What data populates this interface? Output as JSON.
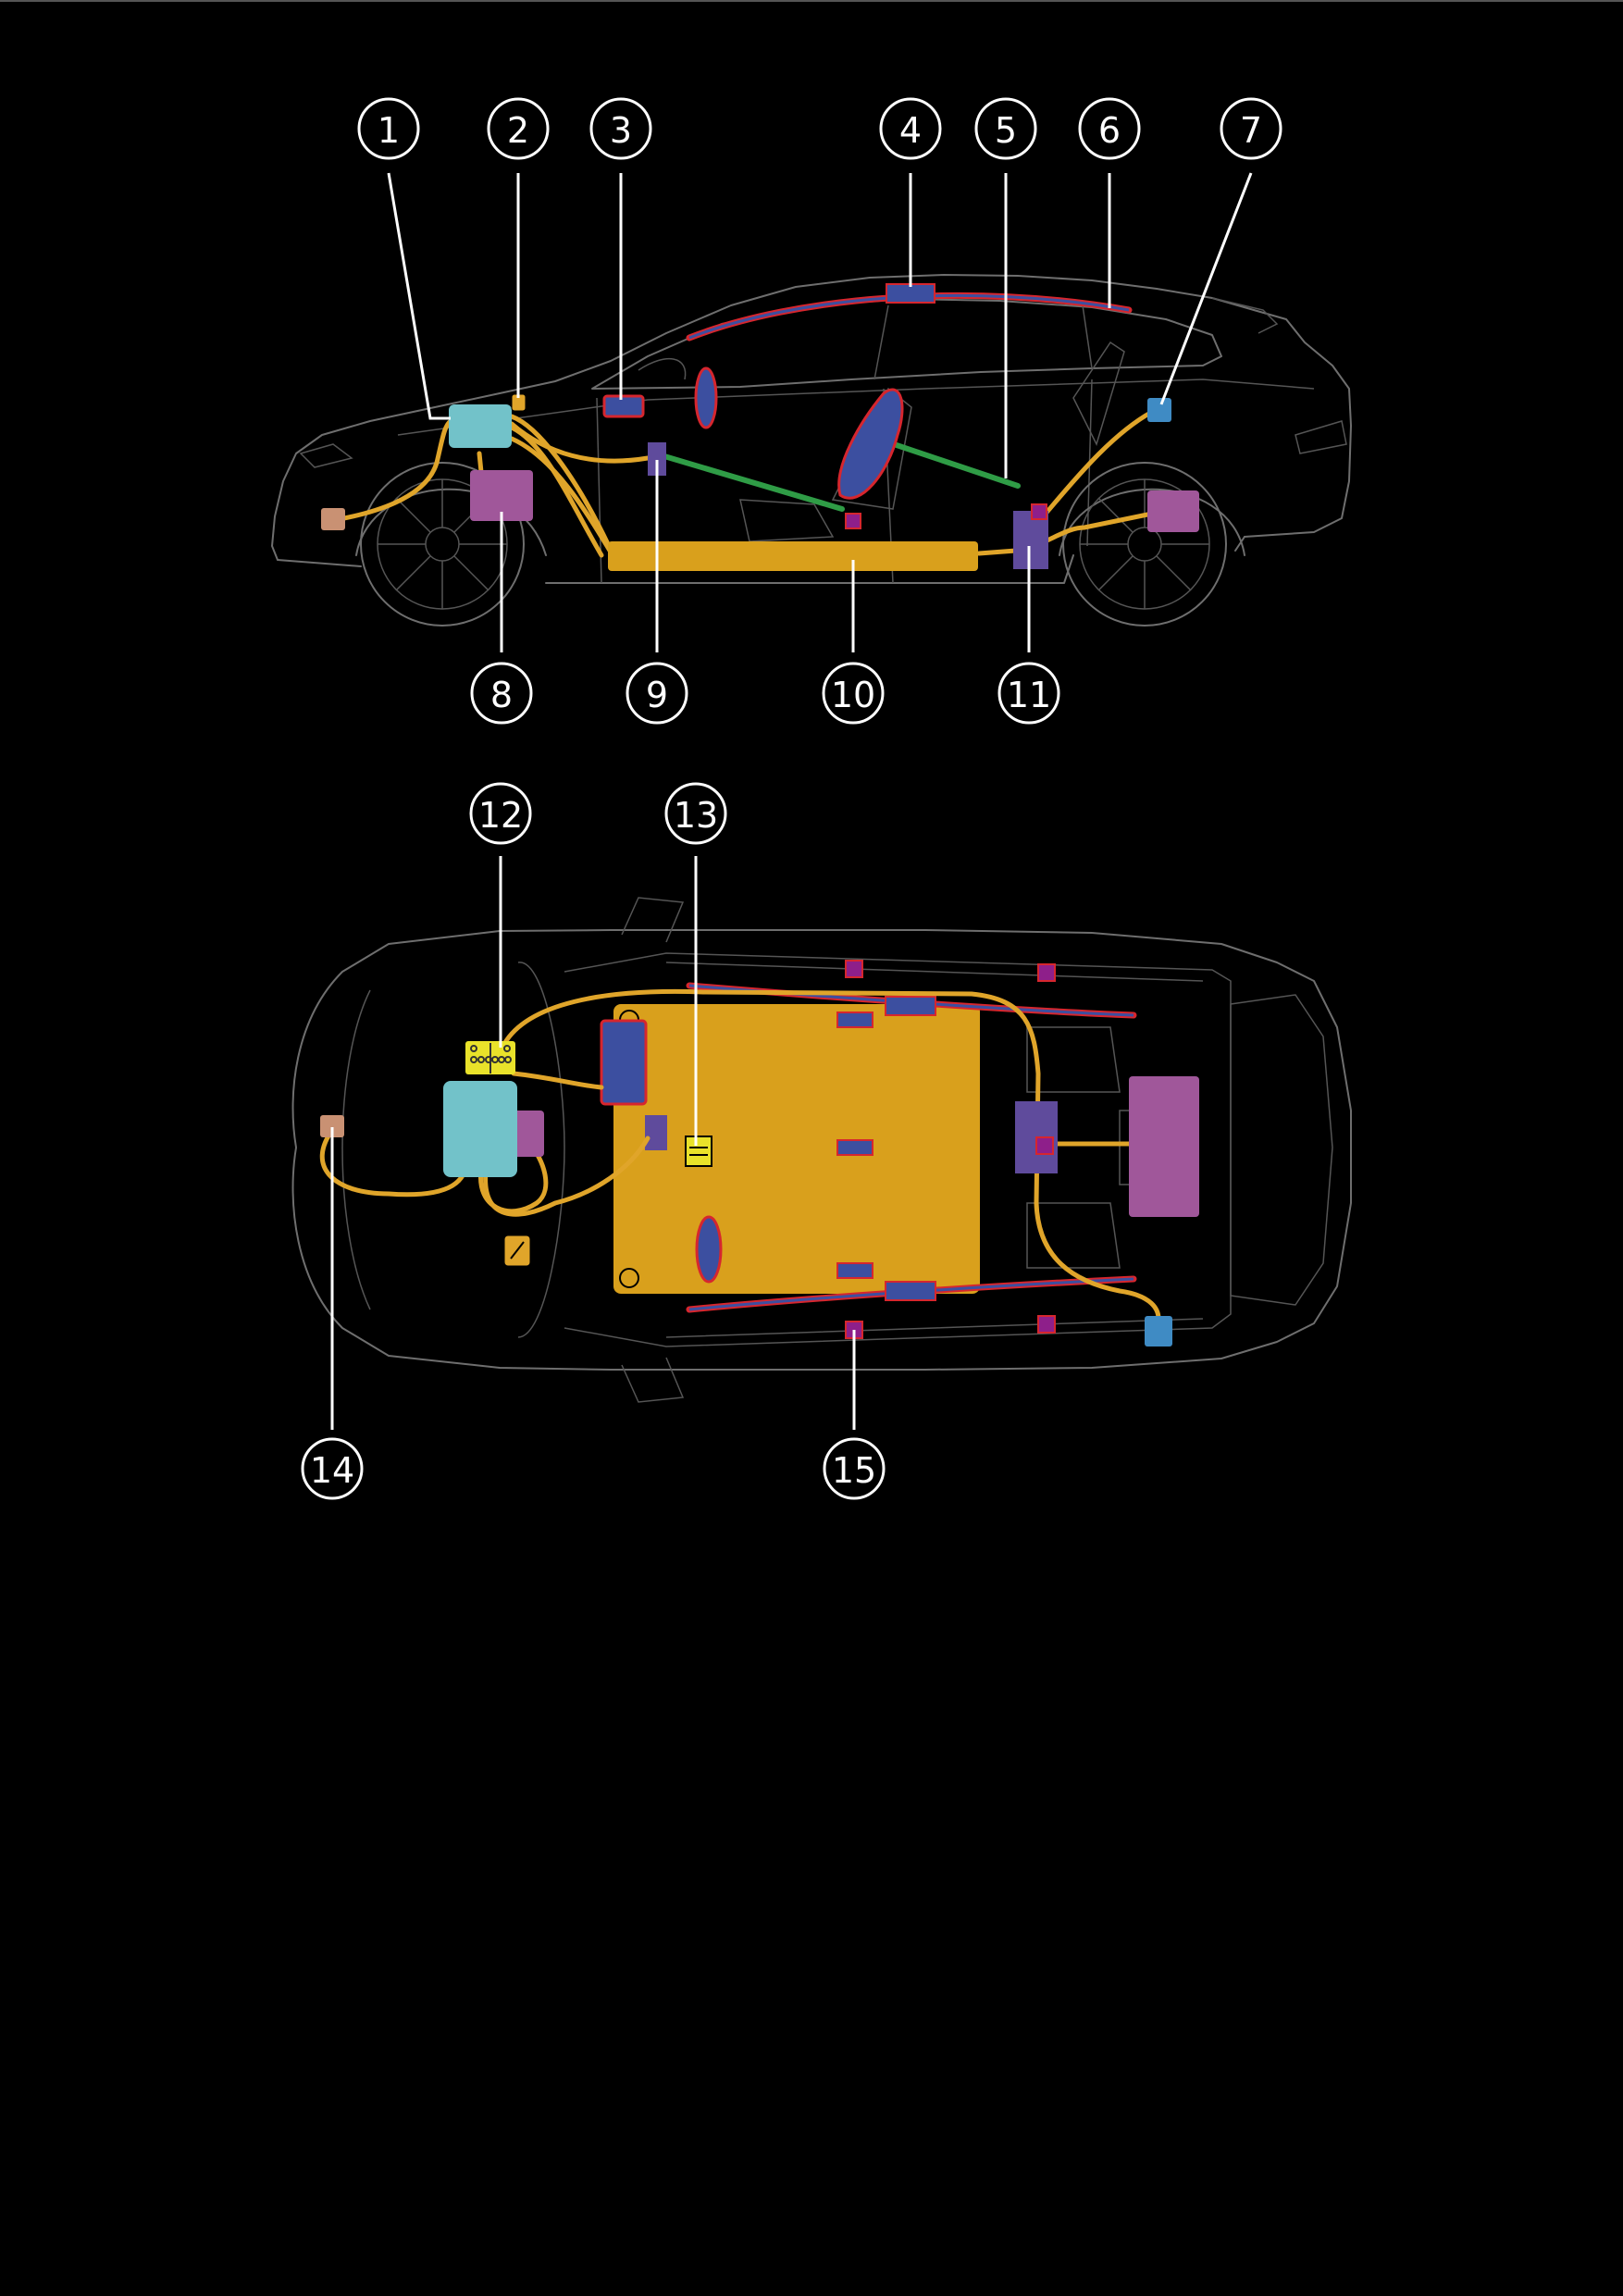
{
  "callouts": [
    {
      "number": "1"
    },
    {
      "number": "2"
    },
    {
      "number": "3"
    },
    {
      "number": "4"
    },
    {
      "number": "5"
    },
    {
      "number": "6"
    },
    {
      "number": "7"
    },
    {
      "number": "8"
    },
    {
      "number": "9"
    },
    {
      "number": "10"
    },
    {
      "number": "11"
    },
    {
      "number": "12"
    },
    {
      "number": "13"
    },
    {
      "number": "14"
    },
    {
      "number": "15"
    }
  ],
  "colors": {
    "background": "#000000",
    "outline": "#6e6e6e",
    "harness": "#e0a52a",
    "battery_pack": "#d9a01c",
    "front_electronics": "#72c2c9",
    "drive_unit": "#a0579a",
    "airbag": "#3c4fa0",
    "airbag_border": "#d6262e",
    "seatbelt_green": "#2f9c46",
    "rear_controller": "#5f4b9c",
    "rear_module_blue": "#3f8bc4",
    "front_sensor": "#c99173",
    "fuse_yellow": "#e9e22a",
    "sensor_magenta": "#8e1f8a"
  },
  "views": [
    "side-view",
    "top-view"
  ]
}
